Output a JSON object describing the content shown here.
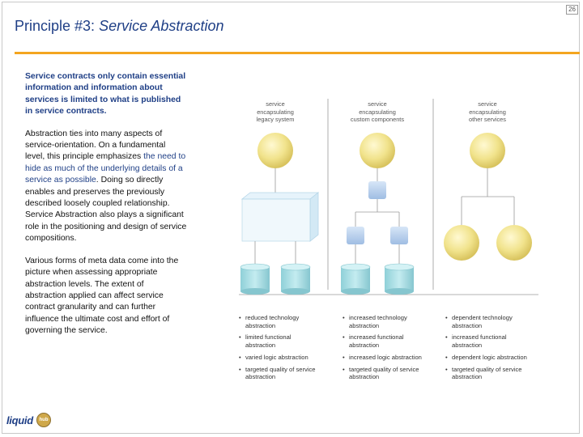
{
  "slide": {
    "page_number": "26",
    "title_plain": "Principle #3: ",
    "title_italic": "Service Abstraction"
  },
  "left": {
    "intro_bold": "Service contracts only contain essential information and information about services is limited to what is published in service contracts.",
    "para2_a": "Abstraction ties into many aspects of service-orientation. On a fundamental level, this principle emphasizes ",
    "para2_b": "the need to hide as much of the underlying details of a service as possible",
    "para2_c": ". Doing so directly enables and preserves the previously described loosely coupled relationship. Service Abstraction also plays a significant role in the positioning and design of service compositions.",
    "para3": "Various forms of meta data come into the picture when assessing appropriate abstraction levels. The extent of abstraction applied can affect service contract granularity and can further influence the ultimate cost and effort of governing the service."
  },
  "diagram": {
    "columns": [
      {
        "label": [
          "service",
          "encapsulating",
          "legacy system"
        ],
        "bullets": [
          [
            "reduced technology",
            "abstraction"
          ],
          [
            "limited functional",
            "abstraction"
          ],
          [
            "varied logic abstraction"
          ],
          [
            "targeted quality of service",
            "abstraction"
          ]
        ]
      },
      {
        "label": [
          "service",
          "encapsulating",
          "custom components"
        ],
        "bullets": [
          [
            "increased technology",
            "abstraction"
          ],
          [
            "increased functional",
            "abstraction"
          ],
          [
            "increased logic abstraction"
          ],
          [
            "targeted quality of service",
            "abstraction"
          ]
        ]
      },
      {
        "label": [
          "service",
          "encapsulating",
          "other services"
        ],
        "bullets": [
          [
            "dependent technology",
            "abstraction"
          ],
          [
            "increased functional",
            "abstraction"
          ],
          [
            "dependent logic abstraction"
          ],
          [
            "targeted quality of service",
            "abstraction"
          ]
        ]
      }
    ],
    "colors": {
      "service_sphere": "#efe38d",
      "component": "#b9d3ee",
      "database": "#a3dbe2",
      "line": "#9a9a9a",
      "accent_rule": "#f3a51f",
      "title": "#1f3f86"
    }
  },
  "footer": {
    "logo_text": "liquid",
    "logo_mark": "hub"
  }
}
